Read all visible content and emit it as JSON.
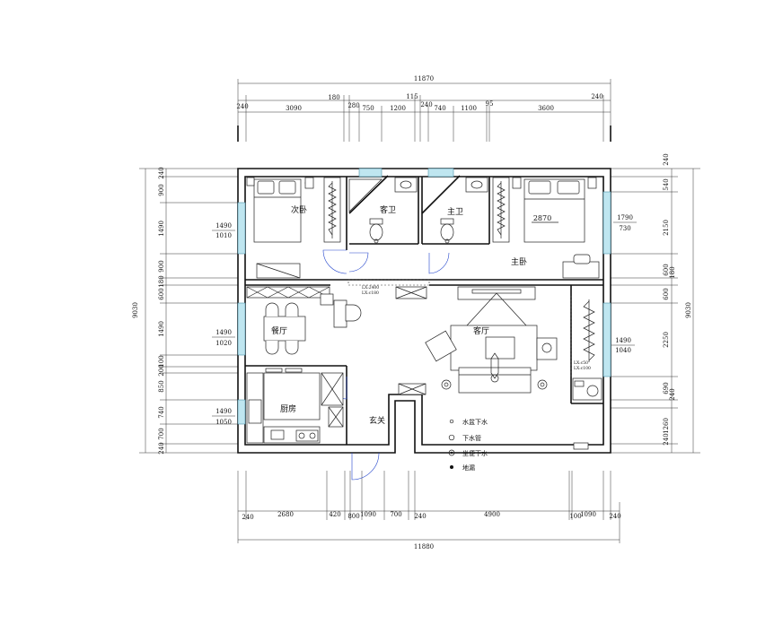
{
  "overall": {
    "top_total": "11870",
    "bottom_total": "11880",
    "left_total": "9030",
    "right_total": "9030"
  },
  "dims_top_row1": [
    "180",
    "115",
    "240"
  ],
  "dims_top_row2": [
    "240",
    "3090",
    "280",
    "750",
    "1200",
    "240",
    "740",
    "1100",
    "95",
    "3600"
  ],
  "dims_bottom": [
    "240",
    "2680",
    "420",
    "800",
    "1090",
    "700",
    "240",
    "4900",
    "100",
    "1090",
    "240"
  ],
  "dims_left": [
    "240",
    "900",
    "1490",
    "900",
    "180",
    "600",
    "1490",
    "100",
    "200",
    "850",
    "740",
    "700",
    "240"
  ],
  "dims_right": [
    "240",
    "540",
    "2150",
    "600",
    "180",
    "600",
    "2250",
    "690",
    "240",
    "1260",
    "240"
  ],
  "windows": {
    "left_1": [
      "1490",
      "1010"
    ],
    "left_2": [
      "1490",
      "1020"
    ],
    "left_3": [
      "1490",
      "1050"
    ],
    "right_1": [
      "1790",
      "730"
    ],
    "right_2": [
      "1490",
      "1040"
    ]
  },
  "rooms": {
    "secondary_bedroom": "次卧",
    "guest_bath": "客卫",
    "master_bath": "主卫",
    "master_bedroom": "主卧",
    "dining": "餐厅",
    "living": "客厅",
    "kitchen": "厨房",
    "entrance": "玄关"
  },
  "bed_size": "2870",
  "beam_note_1": [
    "LX:2400",
    "LX:c180"
  ],
  "beam_note_2": [
    "LX:c50",
    "LX:c100"
  ],
  "legend": [
    {
      "label": "水盆下水",
      "symbol": "small-ring"
    },
    {
      "label": "下水管",
      "symbol": "ring"
    },
    {
      "label": "坐便下水",
      "symbol": "dot-ring"
    },
    {
      "label": "地漏",
      "symbol": "dot"
    }
  ]
}
